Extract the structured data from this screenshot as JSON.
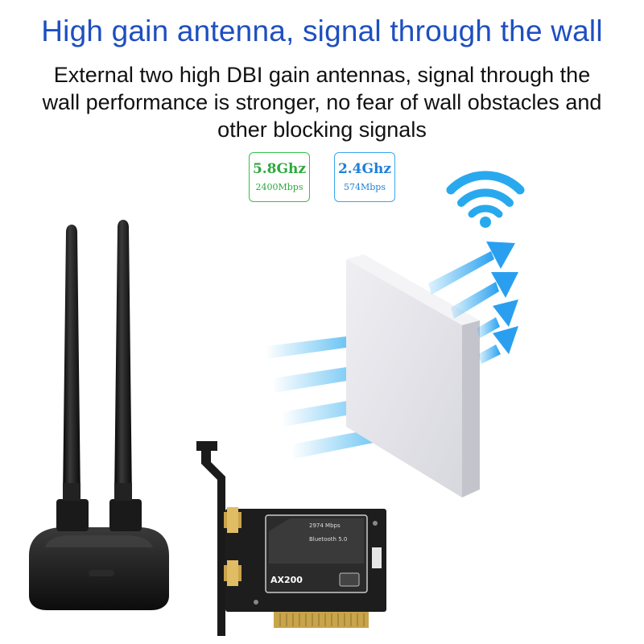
{
  "header": {
    "title": "High gain antenna, signal through the wall",
    "subtitle": "External two high DBI gain antennas, signal through the wall performance is stronger, no fear of wall obstacles and other blocking signals"
  },
  "bands": [
    {
      "frequency": "5.8Ghz",
      "rate": "2400Mbps",
      "color": "#2fa83e"
    },
    {
      "frequency": "2.4Ghz",
      "rate": "574Mbps",
      "color": "#1e80d8"
    }
  ],
  "card": {
    "speed_label": "2974 Mbps",
    "bluetooth_label": "Bluetooth 5.0",
    "chip_label": "AX200"
  },
  "colors": {
    "title": "#1e4fc0",
    "signal_blue": "#28a9ee",
    "antenna": "#141414",
    "wall": "#e4e4ea"
  },
  "icons": [
    "wifi-icon",
    "signal-arrow-icon"
  ]
}
